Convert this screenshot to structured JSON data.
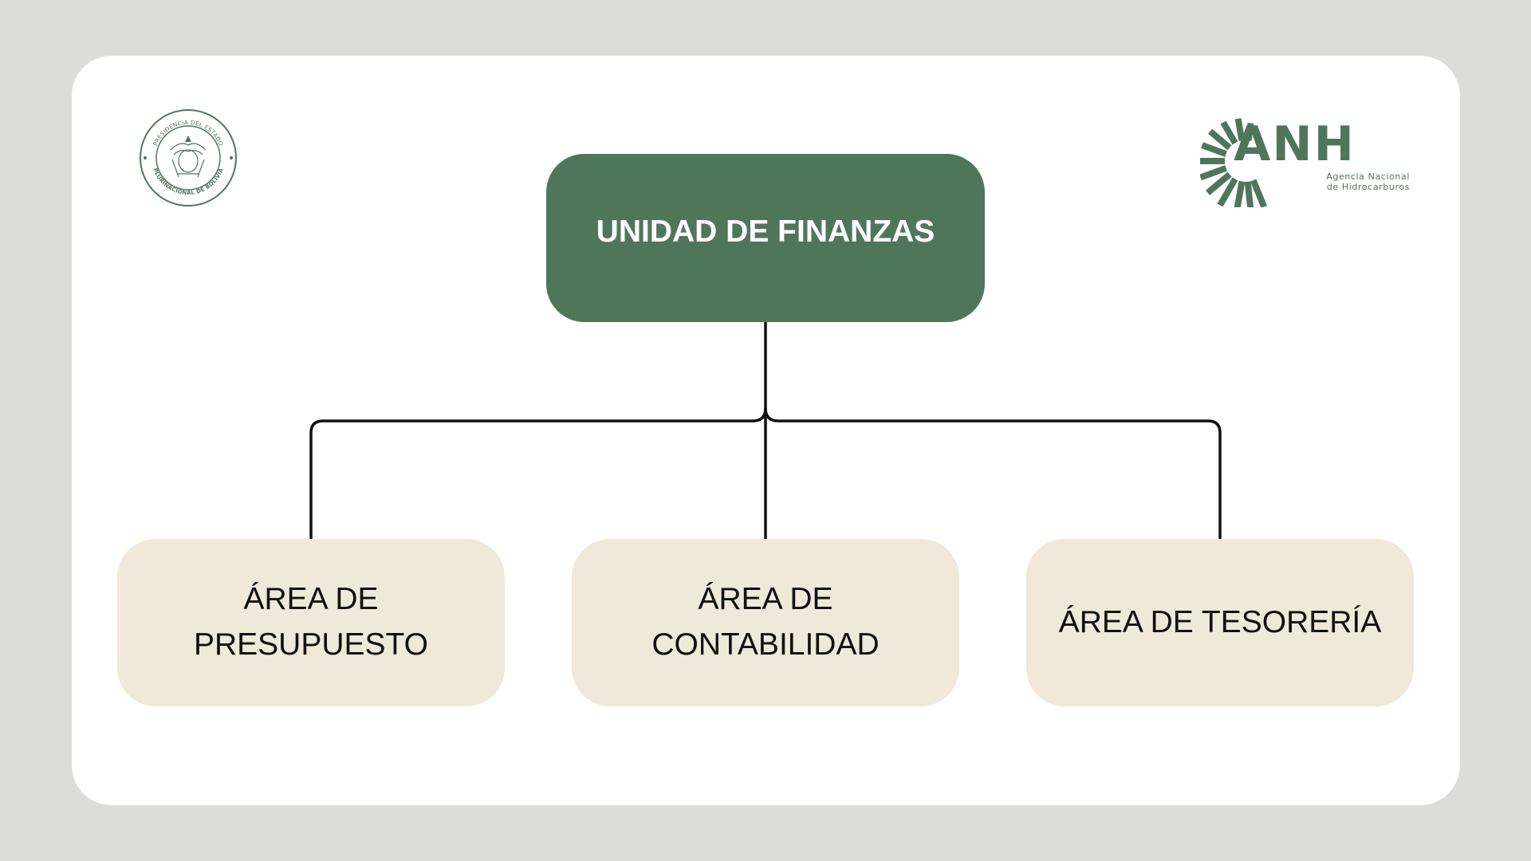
{
  "colors": {
    "root_fill": "#4f765b",
    "child_fill": "#f0e8d8",
    "connector": "#111111",
    "background": "#dcdcda"
  },
  "logos": {
    "left_seal": {
      "icon": "bolivia-presidency-seal-icon",
      "text_top": "PRESIDENCIA DEL ESTADO",
      "text_bottom": "PLURINACIONAL DE BOLIVIA"
    },
    "right_logo": {
      "icon": "anh-logo-icon",
      "letters": "ANH",
      "line1": "Agencia Nacional",
      "line2": "de Hidrocarburos"
    }
  },
  "diagram": {
    "root": {
      "label": "UNIDAD DE FINANZAS"
    },
    "children": [
      {
        "line1": "ÁREA DE",
        "line2": "PRESUPUESTO"
      },
      {
        "line1": "ÁREA DE",
        "line2": "CONTABILIDAD"
      },
      {
        "line1": "ÁREA DE TESORERÍA",
        "line2": ""
      }
    ]
  }
}
